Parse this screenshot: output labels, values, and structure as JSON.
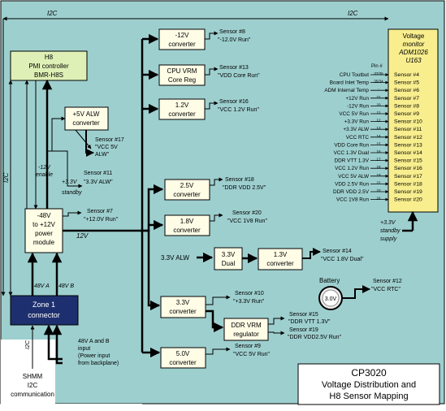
{
  "colors": {
    "board": "#9ecfcf",
    "box": "#fffde6",
    "h8": "#dff0b6",
    "monitor": "#f8ee8e",
    "zone": "#1d2f6e",
    "line": "#000000"
  },
  "bus": {
    "i2c_top_left": "I2C",
    "i2c_top_right": "I2C",
    "i2c_left": "I2C",
    "i2c_bottom": "I2C"
  },
  "h8": {
    "line1": "H8",
    "line2": "PMI controller",
    "line3": "BMR-H8S"
  },
  "monitor": {
    "title1": "Voltage",
    "title2": "monitor",
    "title3": "ADM1026",
    "title4": "U163",
    "pin_header": "Pin #",
    "rows": [
      {
        "input": "CPU Toutbut",
        "pin": "37/36",
        "sensor": "Sensor #4"
      },
      {
        "input": "Board Inlet Temp",
        "pin": "35/34",
        "sensor": "Sensor #5"
      },
      {
        "input": "ADM Internal Temp",
        "pin": "-",
        "sensor": "Sensor #6"
      },
      {
        "input": "+12V Run",
        "pin": "21",
        "sensor": "Sensor #7"
      },
      {
        "input": "-12V Run",
        "pin": "20",
        "sensor": "Sensor #8"
      },
      {
        "input": "VCC 5V Run",
        "pin": "11",
        "sensor": "Sensor #9"
      },
      {
        "input": "+3.3V Run",
        "pin": "12",
        "sensor": "Sensor #10"
      },
      {
        "input": "+3.3V ALW",
        "pin": "13",
        "sensor": "Sensor #11"
      },
      {
        "input": "VCC RTC",
        "pin": "14",
        "sensor": "Sensor #12"
      },
      {
        "input": "VDD Core Run",
        "pin": "15",
        "sensor": "Sensor #13"
      },
      {
        "input": "VCC 1.3V Dual",
        "pin": "16",
        "sensor": "Sensor #14"
      },
      {
        "input": "DDR VTT 1.3V",
        "pin": "17",
        "sensor": "Sensor #15"
      },
      {
        "input": "VCC 1.2V Run",
        "pin": "18",
        "sensor": "Sensor #16"
      },
      {
        "input": "VCC 5V ALW",
        "pin": "19",
        "sensor": "Sensor #17"
      },
      {
        "input": "VDD 2.5V Run",
        "pin": "22",
        "sensor": "Sensor #18"
      },
      {
        "input": "DDR VDD 2.5V",
        "pin": "23",
        "sensor": "Sensor #19"
      },
      {
        "input": "VCC 1V8 Run",
        "pin": "24",
        "sensor": "Sensor #20"
      }
    ],
    "standby1": "+3.3V",
    "standby2": "standby",
    "standby3": "supply"
  },
  "converters": {
    "m12v": [
      "-12V",
      "converter"
    ],
    "cpuvrm": [
      "CPU VRM",
      "Core Reg"
    ],
    "c12v": [
      "1.2V",
      "converter"
    ],
    "c5valw": [
      "+5V ALW",
      "converter"
    ],
    "c25v": [
      "2.5V",
      "converter"
    ],
    "c18v": [
      "1.8V",
      "converter"
    ],
    "dual33": [
      "3.3V",
      "Dual"
    ],
    "c13v": [
      "1.3V",
      "converter"
    ],
    "c33v": [
      "3.3V",
      "converter"
    ],
    "ddrvrm": [
      "DDR VRM",
      "regulator"
    ],
    "c50v": [
      "5.0V",
      "converter"
    ],
    "pm": [
      "-48V",
      "to +12V",
      "power",
      "module"
    ],
    "zone": [
      "Zone 1",
      "connector"
    ]
  },
  "sensors": {
    "s8": [
      "Sensor #8",
      "\"-12.0V Run\""
    ],
    "s13": [
      "Sensor #13",
      "\"VDD Core Run\""
    ],
    "s16": [
      "Sensor #16",
      "\"VCC 1.2V Run\""
    ],
    "s17": [
      "Sensor #17",
      "\"VCC 5V",
      "ALW\""
    ],
    "s11": [
      "Sensor #11",
      "\"3.3V ALW\""
    ],
    "s7": [
      "Sensor #7",
      "\"+12.0V Run\""
    ],
    "s18": [
      "Sensor #18",
      "\"DDR VDD 2.5V\""
    ],
    "s20": [
      "Sensor #20",
      "\"VCC 1V8 Run\""
    ],
    "s14": [
      "Sensor #14",
      "\"VCC 1.8V Dual\""
    ],
    "s12": [
      "Sensor #12",
      "\"VCC RTC\""
    ],
    "s10": [
      "Sensor #10",
      "\"+3.3V Run\""
    ],
    "s15": [
      "Sensor #15",
      "\"DDR VTT 1.3V\""
    ],
    "s19": [
      "Sensor #19",
      "\"DDR VDD2.5V Run\""
    ],
    "s9": [
      "Sensor #9",
      "\"VCC 5V Run\""
    ]
  },
  "labels": {
    "enable1": "-12V",
    "enable2": "enable",
    "standby1": "+3.3V",
    "standby2": "standby",
    "v12": "12V",
    "alw33": "3.3V ALW",
    "a48": "48V A",
    "b48": "48V B",
    "battery": "Battery",
    "battery_v": "3.0V",
    "input1": "48V A and B",
    "input2": "input",
    "input3": "(Power input",
    "input4": "from backplane)",
    "shmm1": "SHMM",
    "shmm2": "I2C",
    "shmm3": "communication"
  },
  "title": [
    "CP3020",
    "Voltage Distribution and",
    "H8 Sensor Mapping"
  ]
}
